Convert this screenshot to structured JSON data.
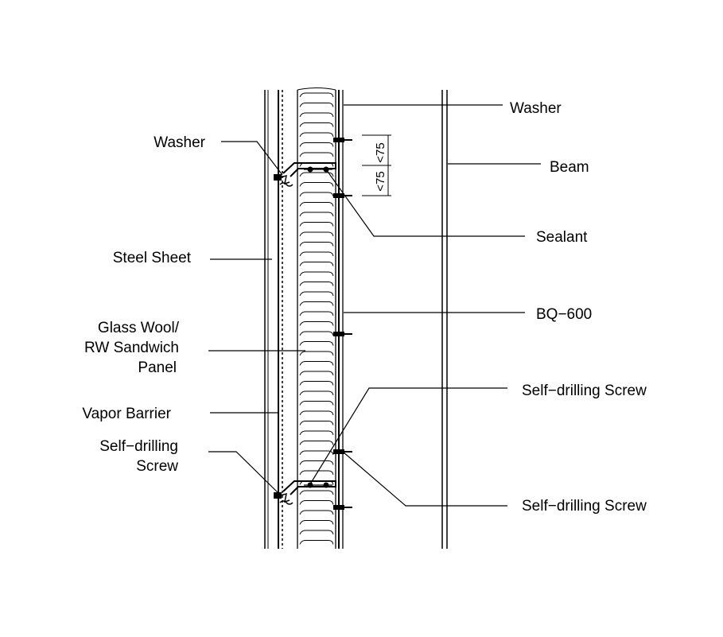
{
  "labels": {
    "washer_left": "Washer",
    "washer_right": "Washer",
    "beam": "Beam",
    "sealant": "Sealant",
    "steel_sheet": "Steel Sheet",
    "panel_line1": "Glass Wool/",
    "panel_line2": "RW Sandwich",
    "panel_line3": "Panel",
    "bq600": "BQ−600",
    "vapor_barrier": "Vapor Barrier",
    "screw_left_line1": "Self−drilling",
    "screw_left_line2": "Screw",
    "screw_right_upper": "Self−drilling Screw",
    "screw_right_lower": "Self−drilling Screw"
  },
  "dimensions": {
    "dim_upper": "<75",
    "dim_lower": "<75"
  }
}
